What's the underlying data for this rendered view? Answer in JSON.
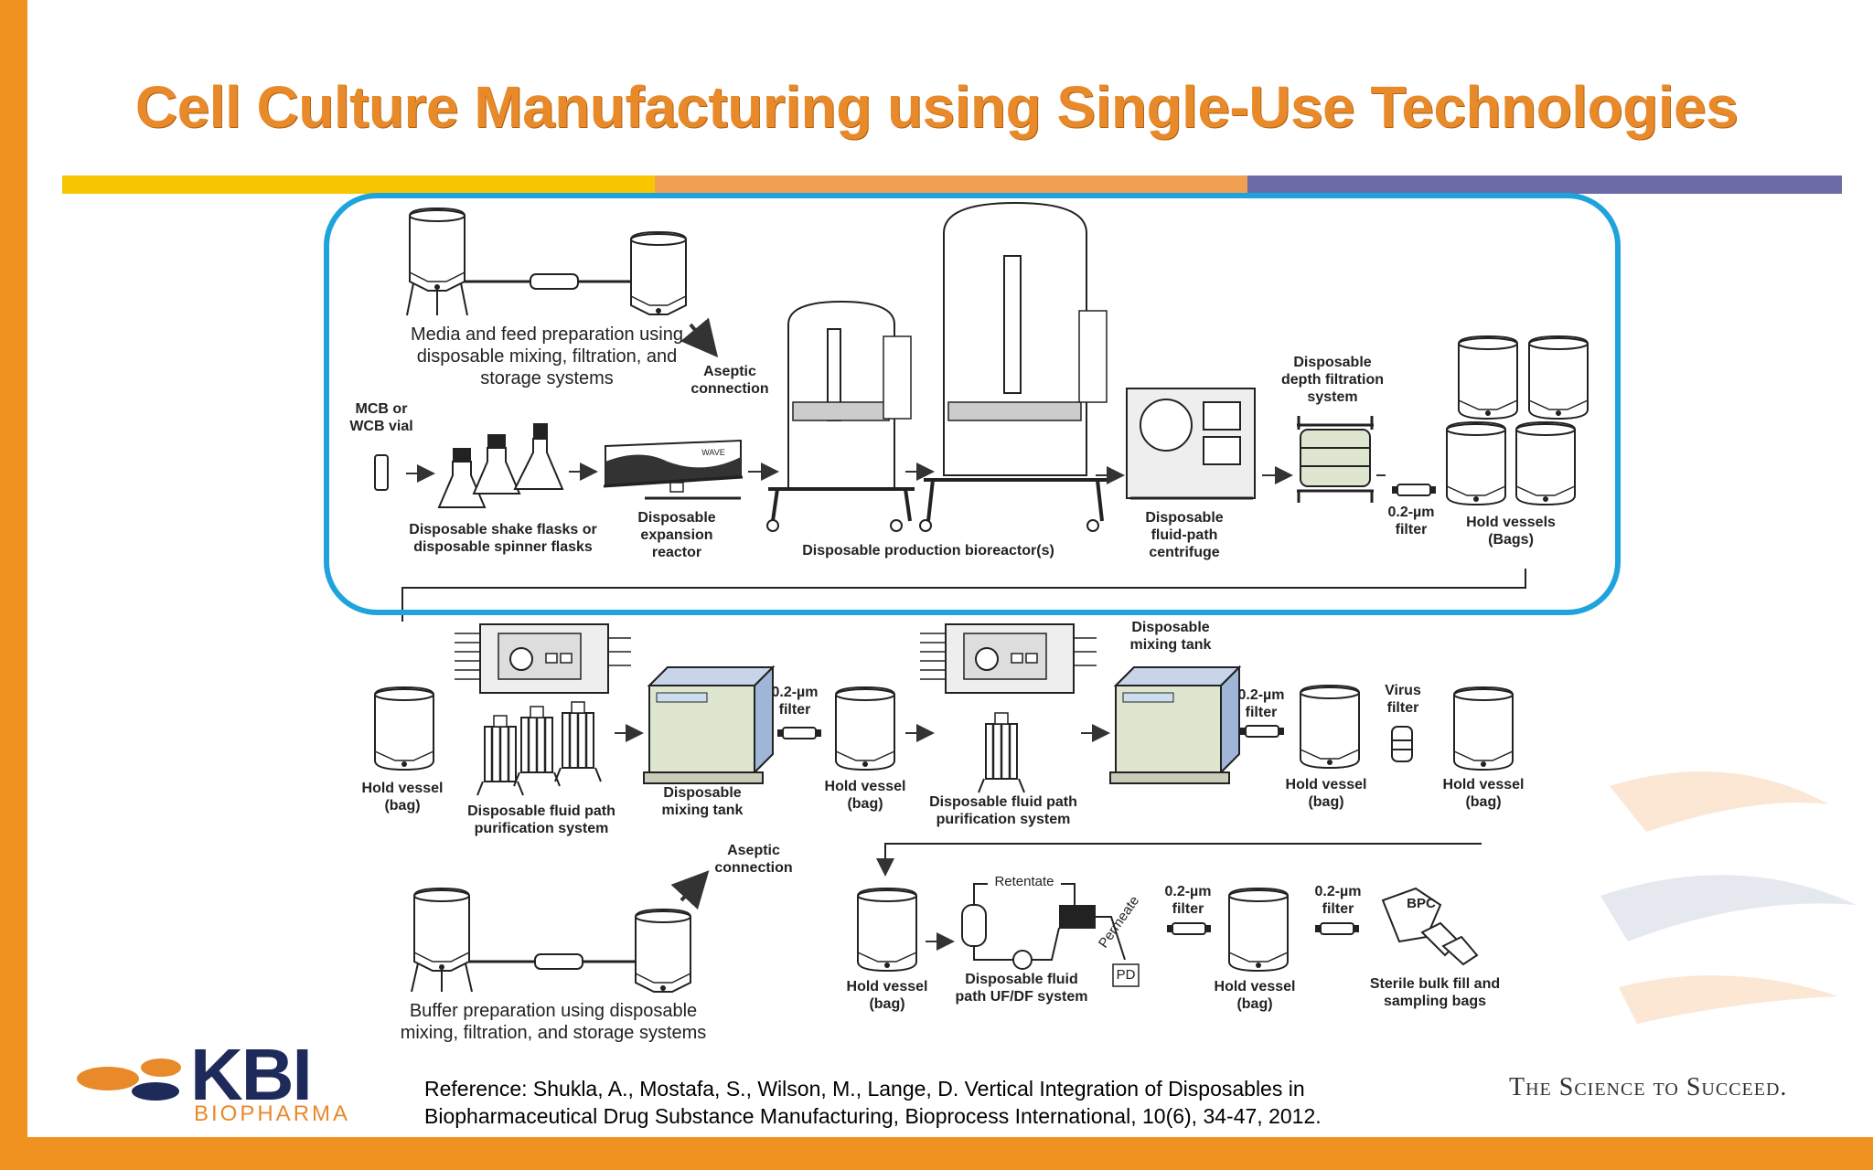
{
  "title": "Cell Culture Manufacturing using Single-Use Technologies",
  "upstream": {
    "media_prep": "Media and feed preparation using disposable mixing, filtration, and storage systems",
    "aseptic_connection_1": "Aseptic connection",
    "mcb_vial": "MCB or WCB vial",
    "shake_flasks": "Disposable shake flasks or disposable spinner flasks",
    "expansion_reactor": "Disposable expansion reactor",
    "wave_label": "WAVE",
    "production_bioreactor": "Disposable production  bioreactor(s)",
    "centrifuge": "Disposable fluid-path centrifuge",
    "depth_filtration": "Disposable depth filtration system",
    "filter_1": "0.2-µm filter",
    "hold_vessels": "Hold vessels (Bags)"
  },
  "downstream": {
    "hold_vessel_1": "Hold vessel (bag)",
    "purification_1": "Disposable fluid path purification system",
    "mixing_tank_1": "Disposable mixing tank",
    "filter_2": "0.2-µm filter",
    "hold_vessel_2": "Hold vessel (bag)",
    "purification_2": "Disposable fluid path purification system",
    "mixing_tank_2": "Disposable mixing tank",
    "filter_3": "0.2-µm filter",
    "hold_vessel_3": "Hold vessel (bag)",
    "virus_filter": "Virus filter",
    "hold_vessel_4": "Hold vessel (bag)"
  },
  "final": {
    "aseptic_connection_2": "Aseptic connection",
    "buffer_prep": "Buffer preparation using disposable mixing, filtration, and storage systems",
    "hold_vessel_5": "Hold vessel (bag)",
    "retentate": "Retentate",
    "permeate": "Permeate",
    "pd": "PD",
    "ufdf": "Disposable fluid path UF/DF system",
    "filter_4": "0.2-µm filter",
    "hold_vessel_6": "Hold vessel (bag)",
    "filter_5": "0.2-µm filter",
    "bpc": "BPC",
    "sterile_bags": "Sterile bulk fill and sampling bags"
  },
  "reference": {
    "line1": "Reference: Shukla, A., Mostafa, S., Wilson, M., Lange, D. Vertical Integration of Disposables in",
    "line2": "Biopharmaceutical Drug Substance Manufacturing, Bioprocess International, 10(6), 34-47, 2012."
  },
  "logo": {
    "name": "KBI",
    "sub": "BIOPHARMA"
  },
  "tagline": "The Science to Succeed.",
  "colors": {
    "brand_orange": "#f0921f",
    "title_orange": "#e8892a",
    "highlight_blue": "#1ea3dc",
    "stripe_yellow": "#f7c600",
    "stripe_orange": "#f0a050",
    "stripe_blue": "#6b6ba8",
    "logo_navy": "#1d2a5a"
  }
}
